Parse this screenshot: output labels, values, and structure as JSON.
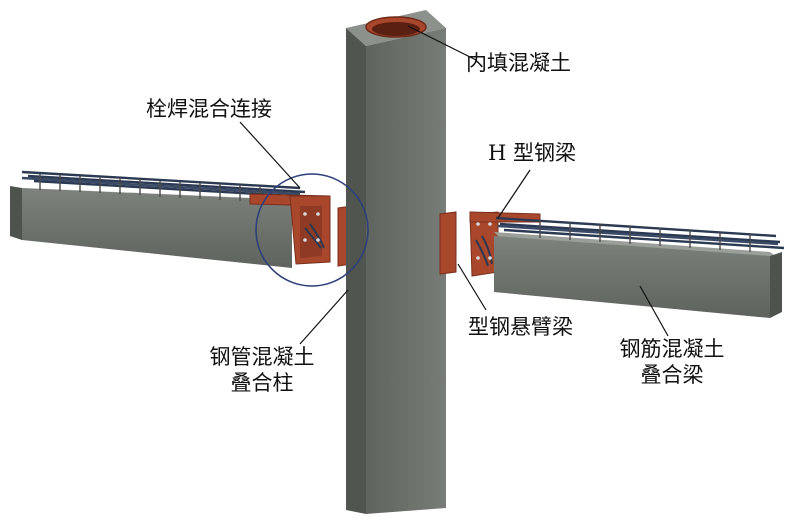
{
  "labels": {
    "infill": "内填混凝土",
    "hybrid_connection": "栓焊混合连接",
    "h_beam": "H 型钢梁",
    "cantilever": "型钢悬臂梁",
    "column_line1": "钢管混凝土",
    "column_line2": "叠合柱",
    "beam_line1": "钢筋混凝土",
    "beam_line2": "叠合梁"
  },
  "colors": {
    "concrete": "#6f746f",
    "concrete_dark": "#4f544f",
    "concrete_light": "#8a8f8a",
    "steel": "#a8472c",
    "steel_dark": "#7a2f1c",
    "rebar": "#2b3a52",
    "circle": "#2f3f7a"
  }
}
